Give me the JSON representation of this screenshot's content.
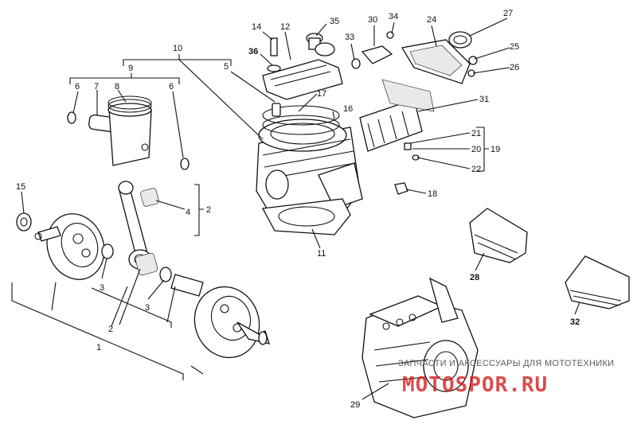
{
  "callouts": [
    {
      "id": "1",
      "text": "1"
    },
    {
      "id": "2a",
      "text": "2"
    },
    {
      "id": "2b",
      "text": "2"
    },
    {
      "id": "3a",
      "text": "3"
    },
    {
      "id": "3b",
      "text": "3"
    },
    {
      "id": "4",
      "text": "4"
    },
    {
      "id": "5",
      "text": "5"
    },
    {
      "id": "6a",
      "text": "6"
    },
    {
      "id": "6b",
      "text": "6"
    },
    {
      "id": "7",
      "text": "7"
    },
    {
      "id": "8",
      "text": "8"
    },
    {
      "id": "9",
      "text": "9"
    },
    {
      "id": "10",
      "text": "10"
    },
    {
      "id": "11",
      "text": "11"
    },
    {
      "id": "12",
      "text": "12"
    },
    {
      "id": "14",
      "text": "14"
    },
    {
      "id": "15",
      "text": "15"
    },
    {
      "id": "16",
      "text": "16"
    },
    {
      "id": "17",
      "text": "17"
    },
    {
      "id": "18",
      "text": "18"
    },
    {
      "id": "19",
      "text": "19"
    },
    {
      "id": "20",
      "text": "20"
    },
    {
      "id": "21",
      "text": "21"
    },
    {
      "id": "22",
      "text": "22"
    },
    {
      "id": "24",
      "text": "24"
    },
    {
      "id": "25",
      "text": "25"
    },
    {
      "id": "26",
      "text": "26"
    },
    {
      "id": "27",
      "text": "27"
    },
    {
      "id": "28",
      "text": "28"
    },
    {
      "id": "29",
      "text": "29"
    },
    {
      "id": "30",
      "text": "30"
    },
    {
      "id": "31",
      "text": "31"
    },
    {
      "id": "32",
      "text": "32"
    },
    {
      "id": "33",
      "text": "33"
    },
    {
      "id": "34",
      "text": "34"
    },
    {
      "id": "35",
      "text": "35"
    },
    {
      "id": "36",
      "text": "36"
    }
  ],
  "watermark": {
    "caption": "ЗАПЧАСТИ И АКСЕССУАРЫ ДЛЯ МОТОТЕХНИКИ",
    "logo": "MOTOSPOR.RU",
    "logo_color": "#d21a1a"
  }
}
